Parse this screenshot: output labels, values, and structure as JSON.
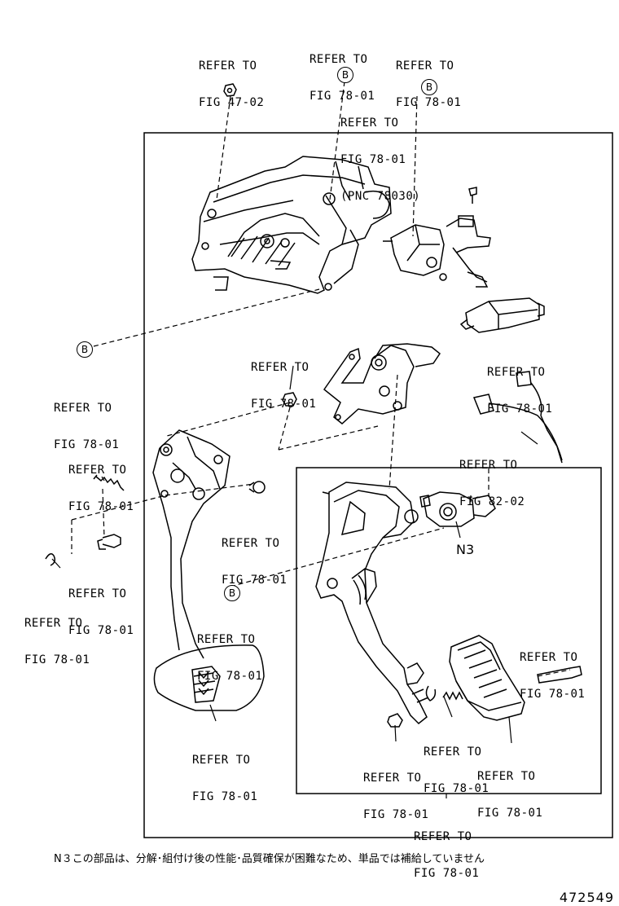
{
  "callouts": [
    {
      "lines": [
        "REFER TO",
        "FIG 47-02"
      ]
    },
    {
      "lines": [
        "REFER TO",
        "FIG 78-01"
      ]
    },
    {
      "lines": [
        "REFER TO",
        "FIG 78-01"
      ]
    },
    {
      "lines": [
        "REFER TO",
        "FIG 78-01",
        "(PNC 78030)"
      ]
    },
    {
      "lines": [
        "REFER TO",
        "FIG 78-01"
      ]
    },
    {
      "lines": [
        "REFER TO",
        "FIG 78-01"
      ]
    },
    {
      "lines": [
        "REFER TO",
        "FIG 78-01"
      ]
    },
    {
      "lines": [
        "REFER TO",
        "FIG 82-02"
      ]
    },
    {
      "lines": [
        "REFER TO",
        "FIG 78-01"
      ]
    },
    {
      "lines": [
        "REFER TO",
        "FIG 78-01"
      ]
    },
    {
      "lines": [
        "REFER TO",
        "FIG 78-01"
      ]
    },
    {
      "lines": [
        "REFER TO",
        "FIG 78-01"
      ]
    },
    {
      "lines": [
        "REFER TO",
        "FIG 78-01"
      ]
    },
    {
      "lines": [
        "REFER TO",
        "FIG 78-01"
      ]
    },
    {
      "lines": [
        "REFER TO",
        "FIG 78-01"
      ]
    },
    {
      "lines": [
        "REFER TO",
        "FIG 78-01"
      ]
    },
    {
      "lines": [
        "REFER TO",
        "FIG 78-01"
      ]
    },
    {
      "lines": [
        "REFER TO",
        "FIG 78-01"
      ]
    }
  ],
  "marker_letter": "B",
  "part_label": "N3",
  "footnote": "N３この部品は、分解･組付け後の性能･品質確保が困難なため、単品では補給していません",
  "drawing_number": "472549"
}
